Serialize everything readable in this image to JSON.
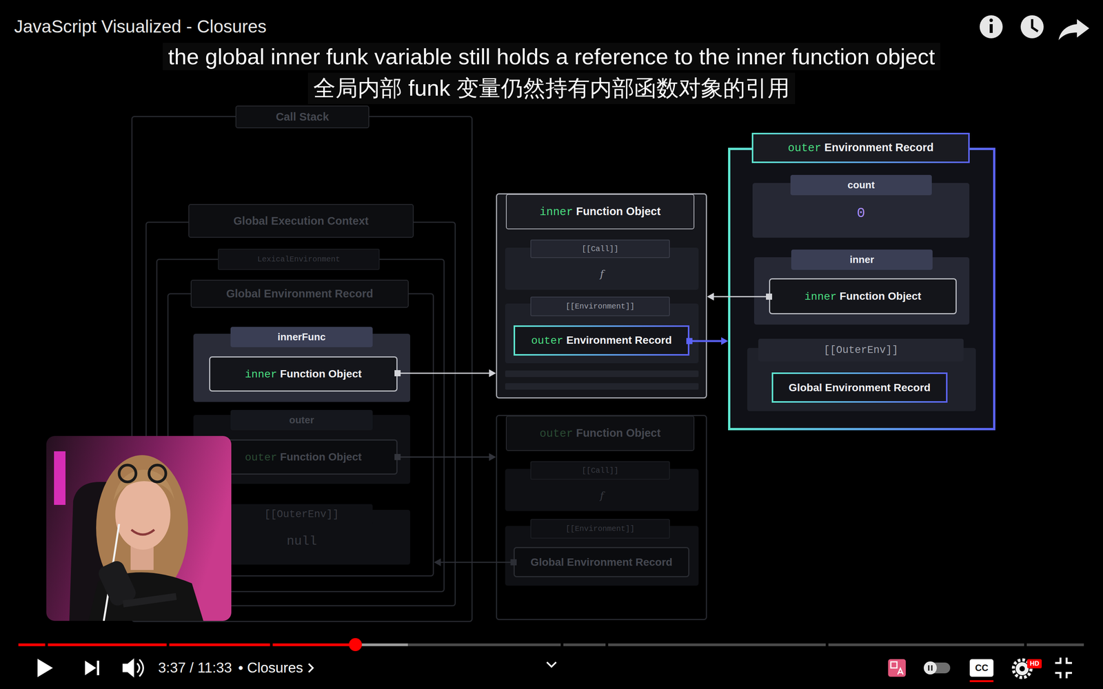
{
  "diagram": {
    "title": "JavaScript Visualized - Closures",
    "nodes": [
      {
        "text": [
          "Call Stack"
        ]
      },
      {
        "text": [
          "Global Execution Context"
        ],
        "in": 0
      },
      {
        "text": [
          "LexicalEnvironment"
        ],
        "in": 1
      },
      {
        "text": [
          "Global Environment Record"
        ],
        "in": 2
      },
      {
        "text": [
          "innerFunc"
        ],
        "in": 3
      },
      {
        "text": [
          "inner Function Object"
        ],
        "in": 4
      },
      {
        "text": [
          "outer"
        ],
        "in": 3
      },
      {
        "text": [
          "outer Function Object"
        ],
        "in": 6
      },
      {
        "text": [
          "[[OuterEnv]]",
          "null"
        ],
        "in": 3
      },
      {
        "text": [
          "inner Function Object"
        ]
      },
      {
        "text": [
          "[[Call]]",
          "f"
        ],
        "in": 9
      },
      {
        "text": [
          "[[Environment]]"
        ],
        "in": 9
      },
      {
        "text": [
          "outer Environment Record"
        ],
        "in": 11
      },
      {
        "text": [
          "outer Function Object"
        ]
      },
      {
        "text": [
          "[[Call]]",
          "f"
        ],
        "in": 13
      },
      {
        "text": [
          "[[Environment]]"
        ],
        "in": 13
      },
      {
        "text": [
          "Global Environment Record"
        ],
        "in": 15
      },
      {
        "text": [
          "outer Environment Record"
        ]
      },
      {
        "text": [
          "count",
          "0"
        ],
        "in": 17
      },
      {
        "text": [
          "inner"
        ],
        "in": 17
      },
      {
        "text": [
          "inner Function Object"
        ],
        "in": 19
      },
      {
        "text": [
          "[[OuterEnv]]"
        ],
        "in": 17
      },
      {
        "text": [
          "Global Environment Record"
        ],
        "in": 21
      }
    ],
    "edges": [
      {
        "from": 5,
        "to": 9,
        "arrow": "to"
      },
      {
        "from": 7,
        "to": 13,
        "arrow": "to"
      },
      {
        "from": 12,
        "to": 17,
        "arrow": "to"
      },
      {
        "from": 20,
        "to": 9,
        "arrow": "to"
      },
      {
        "from": 16,
        "to": 3,
        "arrow": "to"
      }
    ],
    "labels": [
      "the global inner funk variable still holds a reference to the inner function object",
      "全局内部 funk 变量仍然持有内部函数对象的引用",
      "3:37 / 11:33",
      "• Closures",
      "CC",
      "HD"
    ]
  }
}
